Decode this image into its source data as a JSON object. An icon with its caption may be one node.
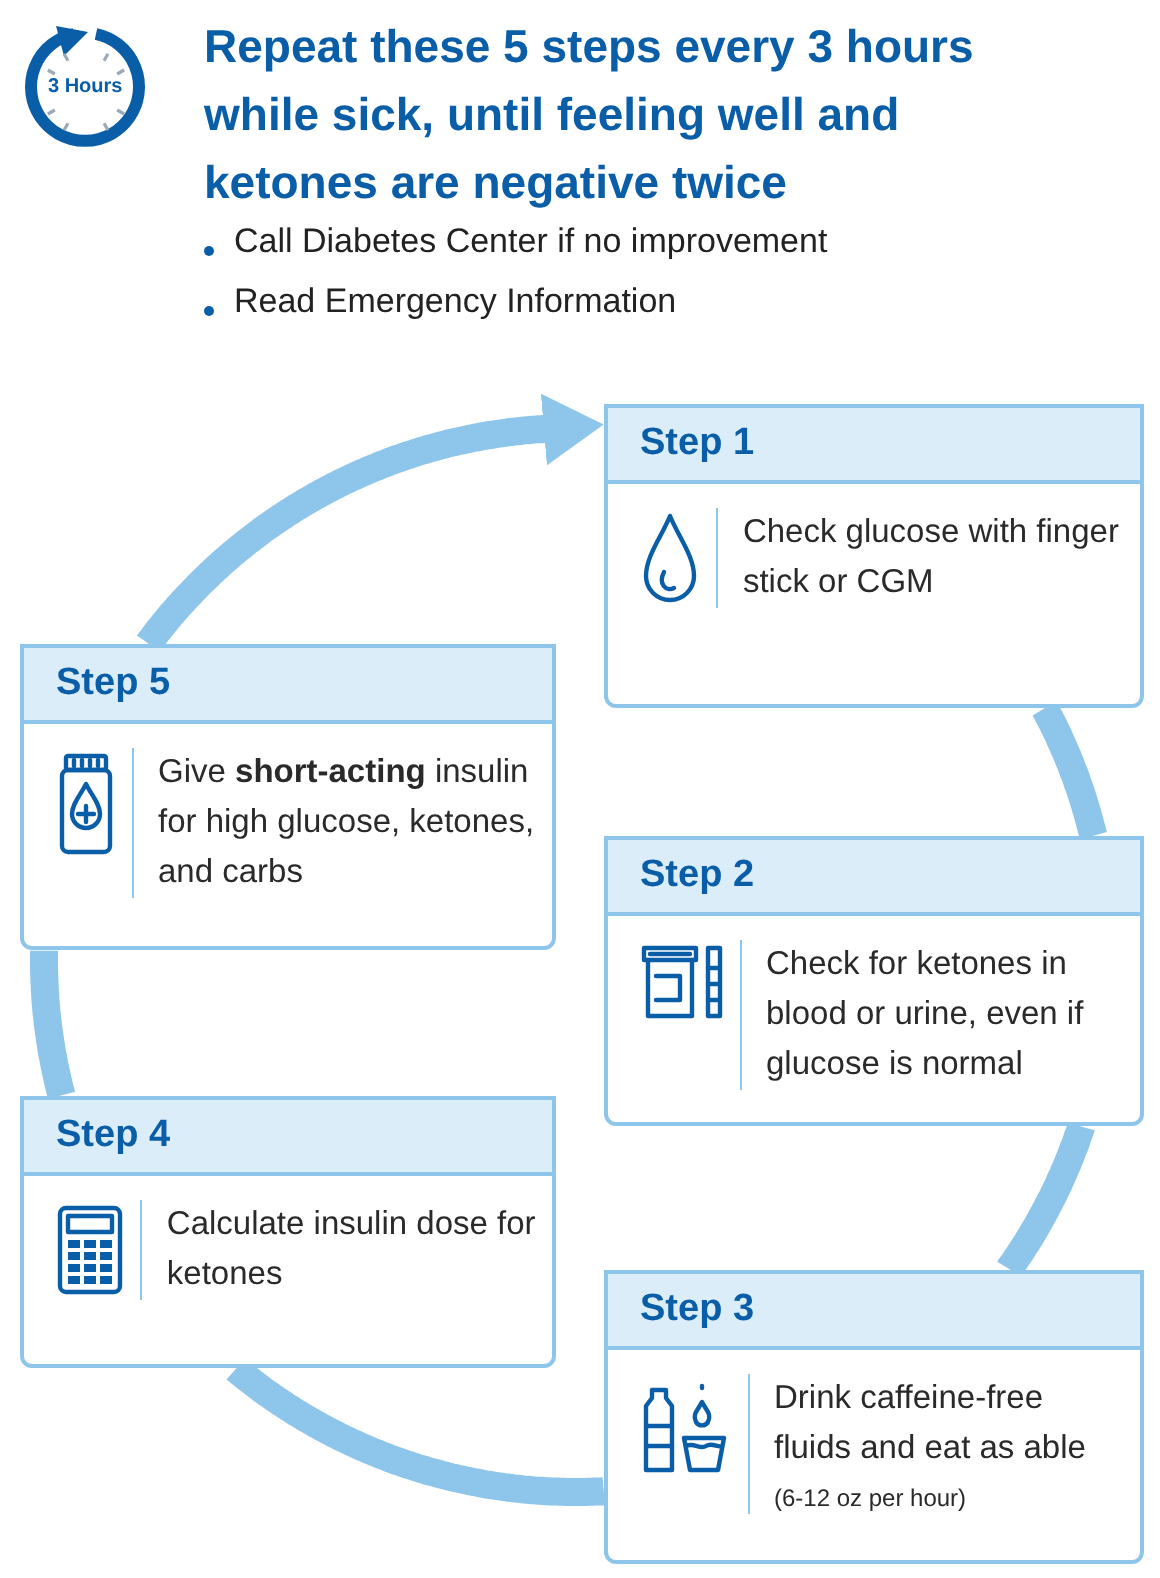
{
  "diagram": {
    "title": "Repeat these 5 steps every 3 hours while sick, until feeling well and ketones are negative twice",
    "nodes": [
      {
        "text": [
          "Step 1",
          "Check glucose with finger stick or CGM"
        ]
      },
      {
        "text": [
          "Step 2",
          "Check for ketones in blood or urine, even if glucose is normal"
        ]
      },
      {
        "text": [
          "Step 3",
          "Drink caffeine-free fluids and eat as able",
          "(6-12 oz per hour)"
        ]
      },
      {
        "text": [
          "Step 4",
          "Calculate insulin dose for ketones"
        ]
      },
      {
        "text": [
          "Step 5",
          "Give **short-acting** insulin for high glucose, ketones, and carbs"
        ]
      }
    ],
    "edges": [
      {
        "from": 0,
        "to": 1,
        "arrow": "none"
      },
      {
        "from": 1,
        "to": 2,
        "arrow": "none"
      },
      {
        "from": 2,
        "to": 3,
        "arrow": "none"
      },
      {
        "from": 3,
        "to": 4,
        "arrow": "none"
      },
      {
        "from": 4,
        "to": 0,
        "arrow": "to"
      }
    ],
    "labels": [
      "3 Hours",
      "Call Diabetes Center if no improvement",
      "Read Emergency Information"
    ]
  }
}
